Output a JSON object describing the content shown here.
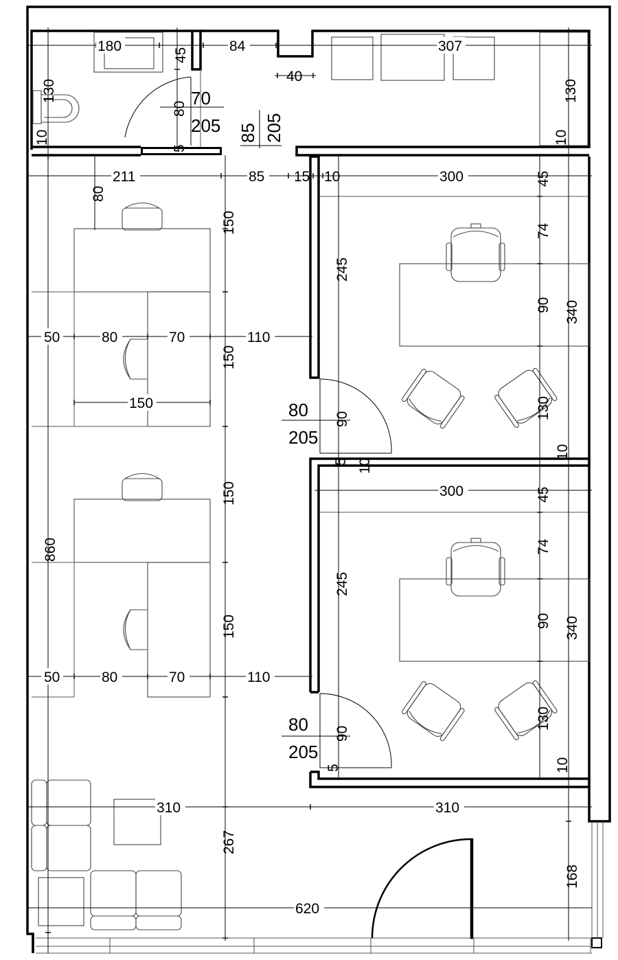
{
  "dimensions": {
    "d180": "180",
    "d84": "84",
    "d307": "307",
    "d45a": "45",
    "d40": "40",
    "d130a": "130",
    "d130b": "130",
    "d80a": "80",
    "d10a": "10",
    "d10b": "10",
    "d211": "211",
    "d85": "85",
    "d15": "15",
    "d10c": "10",
    "d300a": "300",
    "d45b": "45",
    "d74a": "74",
    "d90a": "90",
    "d340a": "340",
    "d245a": "245",
    "d80b": "80",
    "d150a": "150",
    "d150b": "150",
    "d150c": "150",
    "d150d": "150",
    "d150h": "150",
    "d50a": "50",
    "d80c": "80",
    "d70a": "70",
    "d110a": "110",
    "d130c": "130",
    "d10d": "10",
    "d90b": "90",
    "d5a": "5",
    "d10e": "10",
    "d300b": "300",
    "d45c": "45",
    "d74b": "74",
    "d90c": "90",
    "d340b": "340",
    "d245b": "245",
    "d860": "860",
    "d50b": "50",
    "d80d": "80",
    "d70b": "70",
    "d110b": "110",
    "d130d": "130",
    "d90d": "90",
    "d5b": "5",
    "d10f": "10",
    "d310a": "310",
    "d310b": "310",
    "d267": "267",
    "d168": "168",
    "d620": "620",
    "d5c": "5"
  },
  "doors": {
    "wc_door": {
      "width": "70",
      "height": "205"
    },
    "corridor_door": {
      "width": "85",
      "height": "205"
    },
    "office1_door": {
      "width": "80",
      "height": "205"
    },
    "office2_door": {
      "width": "80",
      "height": "205"
    }
  }
}
